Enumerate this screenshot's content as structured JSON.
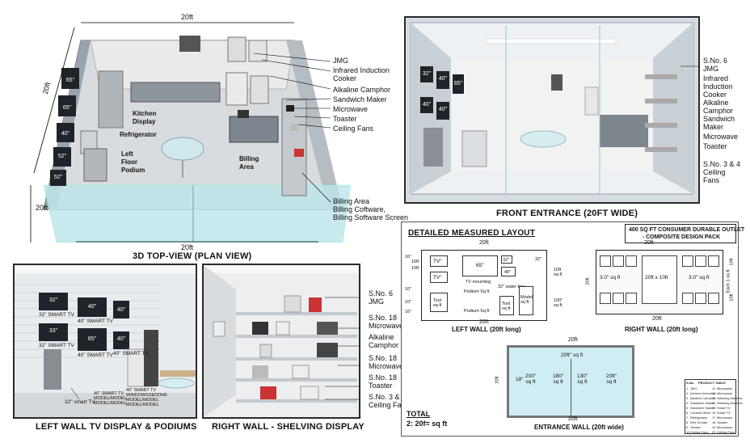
{
  "topview": {
    "caption": "3D TOP-VIEW (PLAN VIEW)",
    "dim_top": "20ft",
    "dim_left": "20ft",
    "dim_side": "20ft",
    "dim_bottom": "20ft",
    "tv_sizes": [
      "65\"",
      "65\"",
      "40\"",
      "52\"",
      "52\""
    ],
    "areas": {
      "kitchen_display": "Kitchen\nDisplay",
      "refrigerator": "Refrigerator",
      "left_floor_podium": "Left\nFloor\nPodium",
      "billing_area": "Billing\nArea"
    },
    "callouts": [
      "JMG",
      "Infrared Induction\nCooker",
      "Alkaline Camphor",
      "Sandwich Maker",
      "Microwave",
      "Toaster",
      "Ceiling Fans"
    ],
    "billing_callout": "Billing Area\nBilling Coftware,\nBilling Software Screen"
  },
  "front": {
    "caption": "FRONT ENTRANCE (20FT WIDE)",
    "tv_sizes": [
      "32\"",
      "40\"",
      "65\"",
      "40\"",
      "40\""
    ],
    "callouts": [
      "S.No. 6\nJMG",
      "Infrared\nInduction\nCooker",
      "Alkaline\nCamphor",
      "Sandwich\nMaker",
      "Microwave",
      "Toaster",
      "S.No. 3 & 4\nCeiling\nFans"
    ]
  },
  "leftwall": {
    "caption": "LEFT WALL TV DISPLAY & PODIUMS",
    "tv_sizes": [
      "32\"",
      "40\"",
      "40\"",
      "33\"",
      "65\"",
      "40\""
    ],
    "tv_labels": [
      "32\" SMART TV",
      "40\" SMART TV",
      "32\" SMART TV",
      "40\" SMART TV",
      "40\" SMART TV"
    ],
    "podium_labels": [
      "32\" smart TV",
      "40\" SMART TV\nMODEL/MODEL\nMODEL/MODEL",
      "40\" SMART TV\nWINDOWSSEDOHE\nMODEL/MODEL\nMODEL/MODEL"
    ]
  },
  "rightwall": {
    "caption": "RIGHT WALL - SHELVING DISPLAY",
    "callouts": [
      "S.No. 6\nJMG",
      "S.No. 18\nMicrowave",
      "Alkaline\nCamphor",
      "S.No. 18\nMicrowave",
      "S.No. 18\nToaster",
      "S.No. 3 & 4\nCeiling Fans"
    ]
  },
  "layout": {
    "title": "DETAILED MEASURED LAYOUT",
    "pack_title": "400 SQ FT CONSUMER DURABLE OUTLET\n- COMPOSITE DESIGN PACK",
    "left_wall": {
      "caption": "LEFT WALL (20ft long)",
      "dim_top": "20ft",
      "dim_bottom": "20ft",
      "dim_left": [
        "16\"",
        "10ft",
        "10ft",
        "10\"",
        "10\"",
        "16\""
      ],
      "dim_right": [
        "10ft\nsq ft",
        "100\"\nsq ft"
      ],
      "items": {
        "tv1": "TV\"",
        "tv2": "TV\"",
        "tv65": "65\"",
        "tv32": "32\"",
        "tv40": "40\"",
        "tv_mounting": "TV mounting",
        "podium1": "Podium Sq ft",
        "podium2": "Podium Sq ft",
        "tool_left": "Tool\nsq ft",
        "tool_right": "Tool\nsq ft",
        "model": "Model\nsq ft",
        "waterbox": "32\" water box",
        "small": "32\""
      }
    },
    "right_wall": {
      "caption": "RIGHT WALL (20ft long)",
      "dim_top": "20ft",
      "dim_bottom": "20ft",
      "dim_left": "20ft",
      "dim_right": "Each 1 sq ft",
      "dim_right2": [
        "10ft",
        "10ft"
      ],
      "center": "20ft x 10ft",
      "left": "3.0\" sq ft",
      "right": "3.0\" sq ft"
    },
    "entrance": {
      "caption": "ENTRANCE WALL (20ft wide)",
      "dim_top": "20ft",
      "dim_bottom": "20ft",
      "dim_left": "20ft",
      "inner_top": "20ft\" sq ft",
      "inner_left": "18\"",
      "panels": [
        "200\"\nsq ft",
        "180\"\nsq ft",
        "130\"\nsq ft",
        "20ft\"\nsq ft"
      ]
    },
    "total_label": "TOTAL",
    "total_value": "2: 20f= sq ft",
    "legend": {
      "header": [
        "S.No.",
        "PRODUCT TABLE"
      ],
      "rows": [
        [
          "1",
          "JMG",
          "11",
          "Microwave"
        ],
        [
          "2",
          "Infrared Induction",
          "12",
          "Microwave"
        ],
        [
          "3",
          "Alkaline Camphor",
          "13",
          "Washing Machine"
        ],
        [
          "4",
          "Sandwich Maker",
          "14",
          "Washing Machine"
        ],
        [
          "5",
          "Sandwich Maker",
          "15",
          "Smart TV"
        ],
        [
          "6",
          "Ceramic Mixer",
          "16",
          "Smart TV"
        ],
        [
          "7",
          "Refrigerator",
          "17",
          "Microwave"
        ],
        [
          "8",
          "Wet Grinder",
          "18",
          "Toaster"
        ],
        [
          "9",
          "Toaster",
          "19",
          "Microwave"
        ],
        [
          "10",
          "Ceiling Fans",
          "20",
          "Ceiling Fans"
        ]
      ]
    }
  }
}
